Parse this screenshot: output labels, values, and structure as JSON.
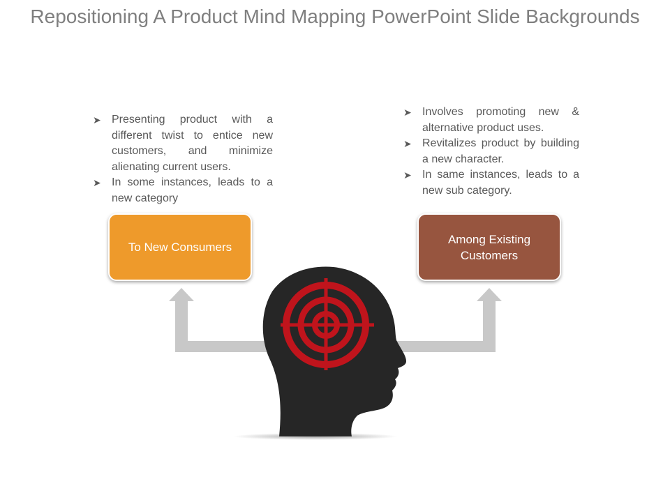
{
  "title": "Repositioning A Product Mind Mapping PowerPoint Slide Backgrounds",
  "left": {
    "box_label": "To New Consumers",
    "bullets": [
      "Presenting product with a different twist to entice new customers, and minimize alienating current users.",
      "In some instances, leads to a new category"
    ]
  },
  "right": {
    "box_label": "Among Existing Customers",
    "bullets": [
      "Involves promoting new & alternative product uses.",
      "Revitalizes product by building a new character.",
      "In same instances, leads to a new sub category."
    ]
  },
  "colors": {
    "left_box": "#ee9a2b",
    "right_box": "#97553f",
    "arrows": "#c8c8c8",
    "head": "#262626",
    "target": "#c0141c"
  },
  "icons": {
    "bullet": "arrowhead-bullet-icon",
    "center": "head-target-icon"
  }
}
